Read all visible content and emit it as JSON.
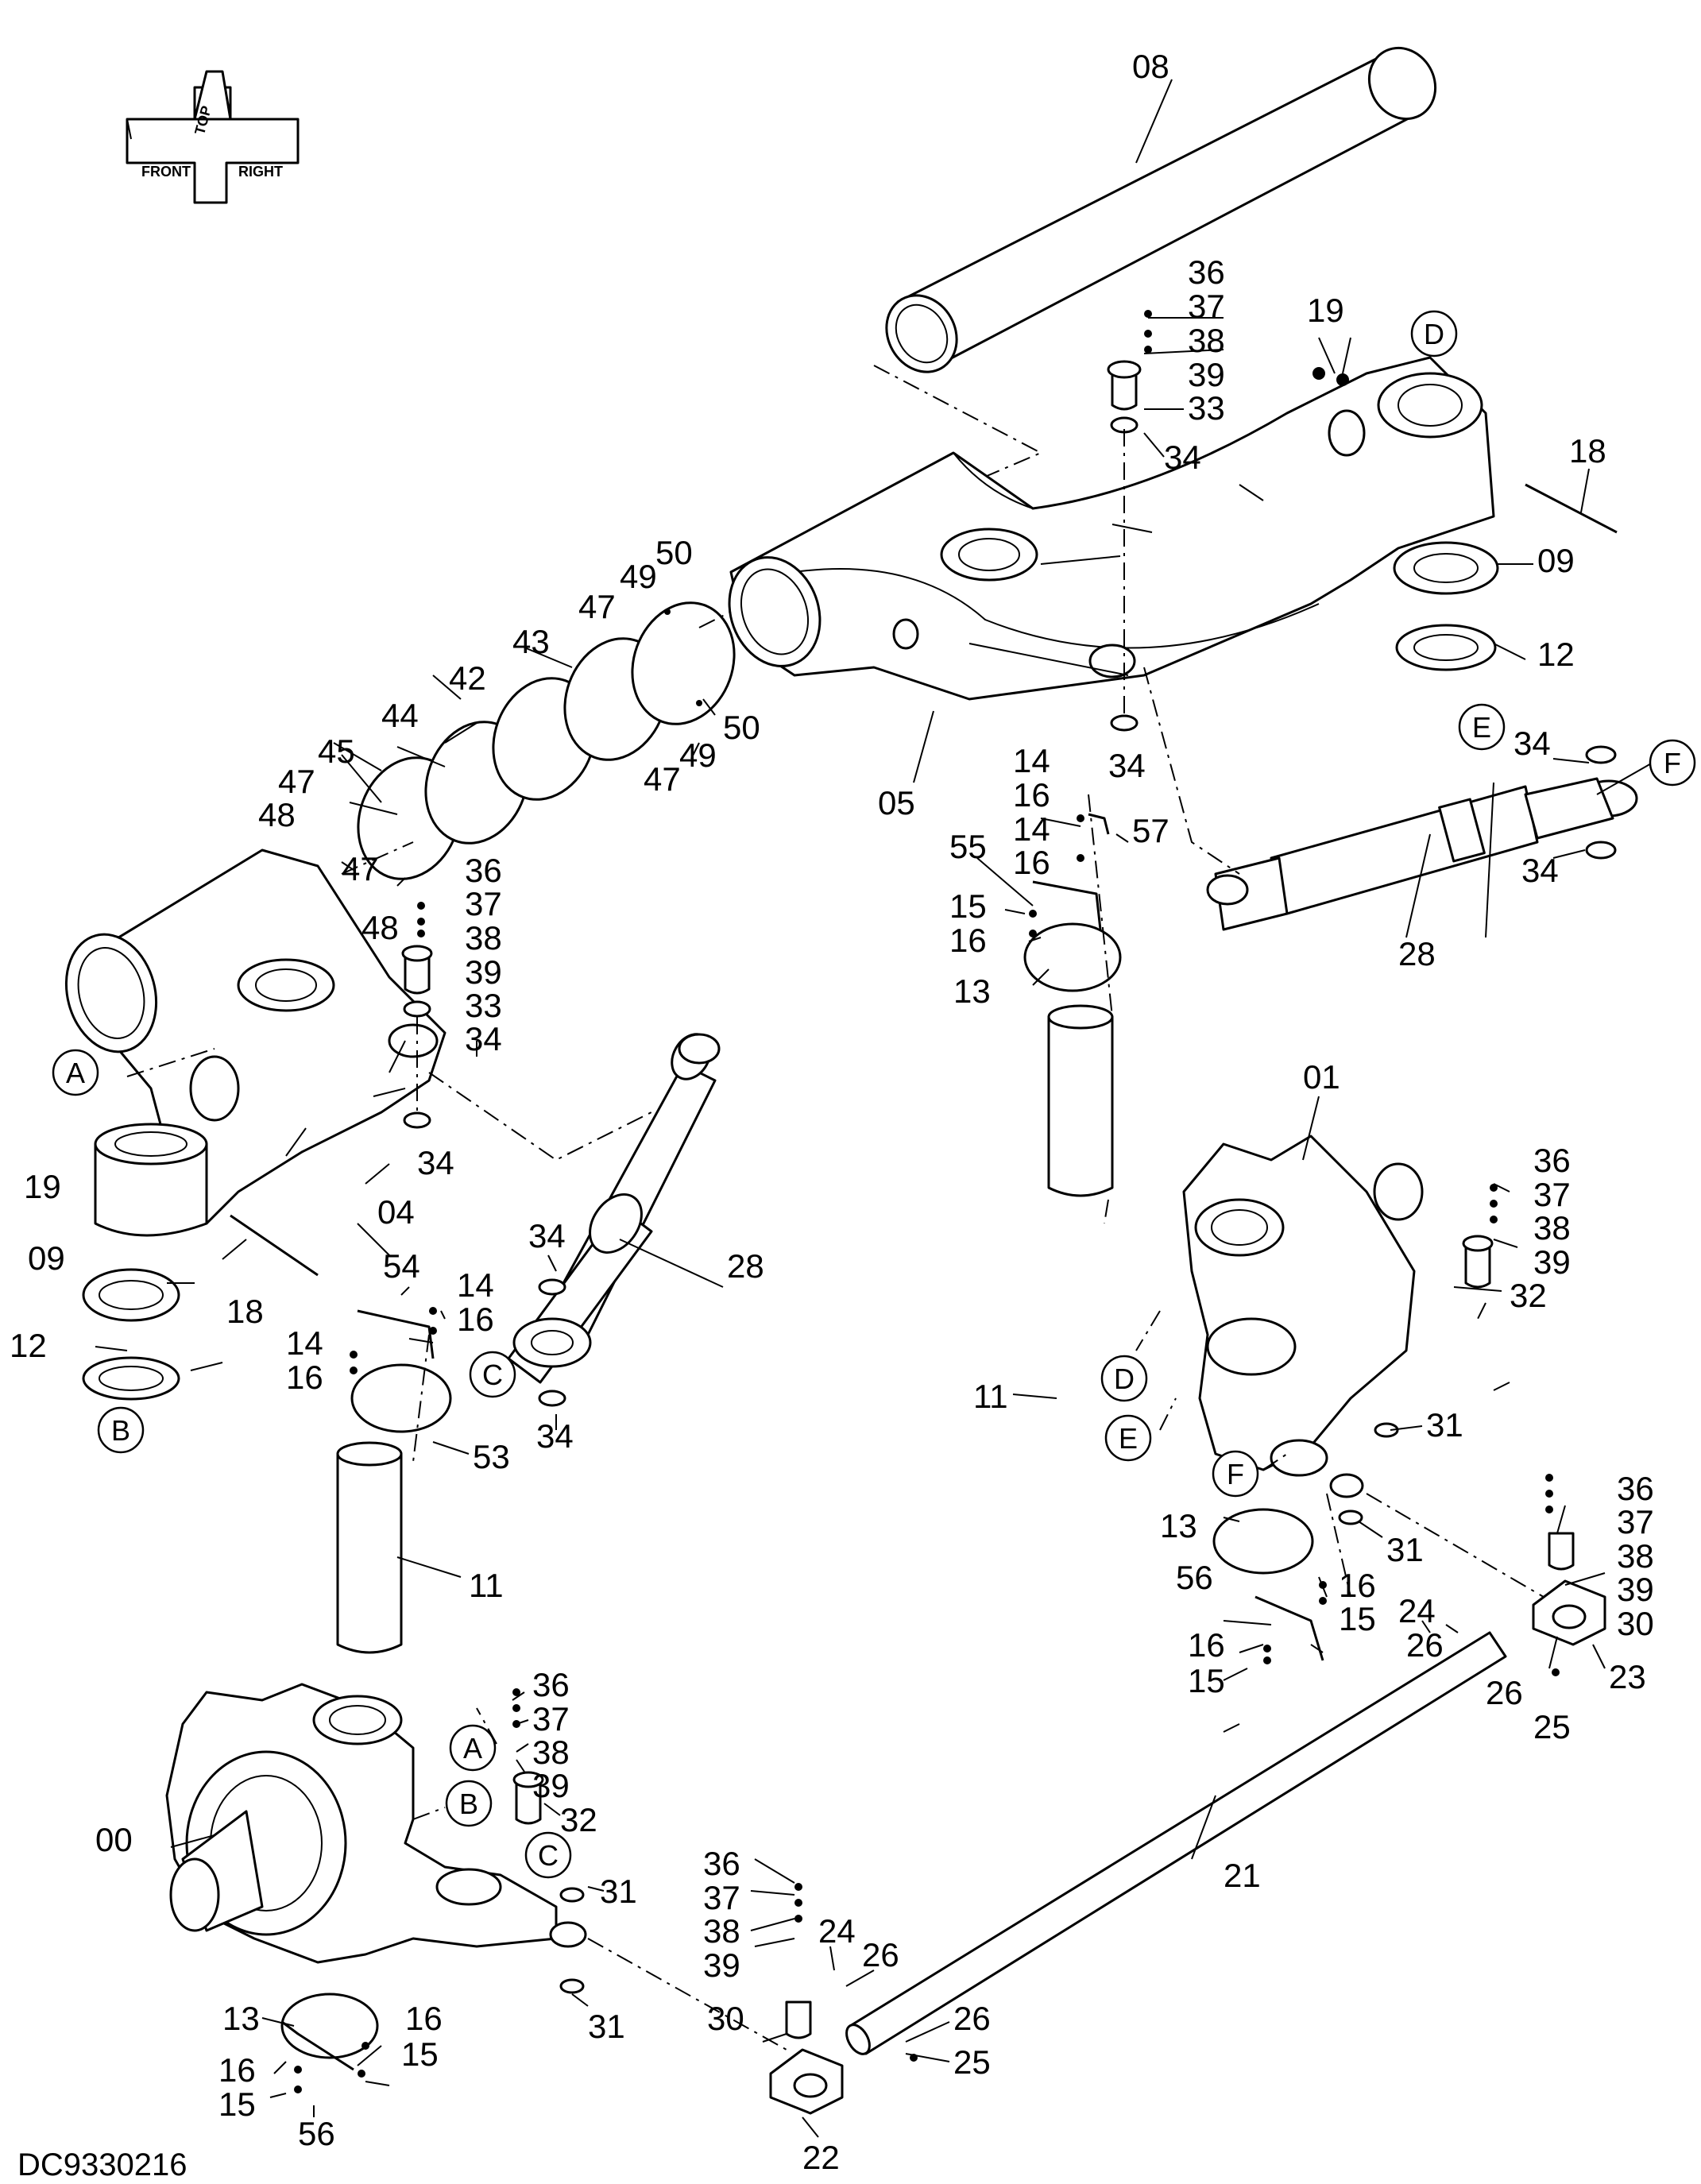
{
  "drawing_code": "DC9330216",
  "compass": {
    "top": "TOP",
    "front": "FRONT",
    "right": "RIGHT"
  },
  "callouts": {
    "c08": "08",
    "c36a": "36",
    "c37a": "37",
    "c38a": "38",
    "c39a": "39",
    "c33a": "33",
    "c34a": "34",
    "c19a": "19",
    "c18a": "18",
    "c09a": "09",
    "c12a": "12",
    "c34b": "34",
    "c05": "05",
    "c50a": "50",
    "c49a": "49",
    "c47a": "47",
    "c43": "43",
    "c42": "42",
    "c44": "44",
    "c45": "45",
    "c47b": "47",
    "c48a": "48",
    "c50b": "50",
    "c49b": "49",
    "c47c": "47",
    "c14a": "14",
    "c16a": "16",
    "c57": "57",
    "c14b": "14",
    "c16b": "16",
    "c55": "55",
    "c15a": "15",
    "c16c": "16",
    "c13a": "13",
    "c34c": "34",
    "c34d": "34",
    "c28a": "28",
    "c47d": "47",
    "c36b": "36",
    "c37b": "37",
    "c48b": "48",
    "c38b": "38",
    "c39b": "39",
    "c33b": "33",
    "c34e": "34",
    "c19b": "19",
    "c34f": "34",
    "c04": "04",
    "c09b": "09",
    "c18b": "18",
    "c34g": "34",
    "c28b": "28",
    "c54": "54",
    "c14c": "14",
    "c16d": "16",
    "c14d": "14",
    "c16e": "16",
    "c12b": "12",
    "c53": "53",
    "c34h": "34",
    "c11a": "11",
    "c01": "01",
    "c36c": "36",
    "c37c": "37",
    "c38c": "38",
    "c39c": "39",
    "c32a": "32",
    "c31a": "31",
    "c11b": "11",
    "c36d": "36",
    "c37d": "37",
    "c38d": "38",
    "c39d": "39",
    "c30a": "30",
    "c13b": "13",
    "c31b": "31",
    "c56a": "56",
    "c16f": "16",
    "c15b": "15",
    "c24a": "24",
    "c16g": "16",
    "c15c": "15",
    "c26a": "26",
    "c23": "23",
    "c26b": "26",
    "c25a": "25",
    "c36e": "36",
    "c37e": "37",
    "c38e": "38",
    "c39e": "39",
    "c32b": "32",
    "c00": "00",
    "c31c": "31",
    "c36f": "36",
    "c37f": "37",
    "c38f": "38",
    "c24b": "24",
    "c26c": "26",
    "c39f": "39",
    "c21": "21",
    "c13c": "13",
    "c16h": "16",
    "c30b": "30",
    "c26d": "26",
    "c31d": "31",
    "c25b": "25",
    "c16i": "16",
    "c15d": "15",
    "c15e": "15",
    "c56b": "56",
    "c22": "22"
  },
  "letters": {
    "D1": "D",
    "E1": "E",
    "F1": "F",
    "A1": "A",
    "C1": "C",
    "B1": "B",
    "D2": "D",
    "E2": "E",
    "F2": "F",
    "A2": "A",
    "B2": "B",
    "C2": "C"
  }
}
